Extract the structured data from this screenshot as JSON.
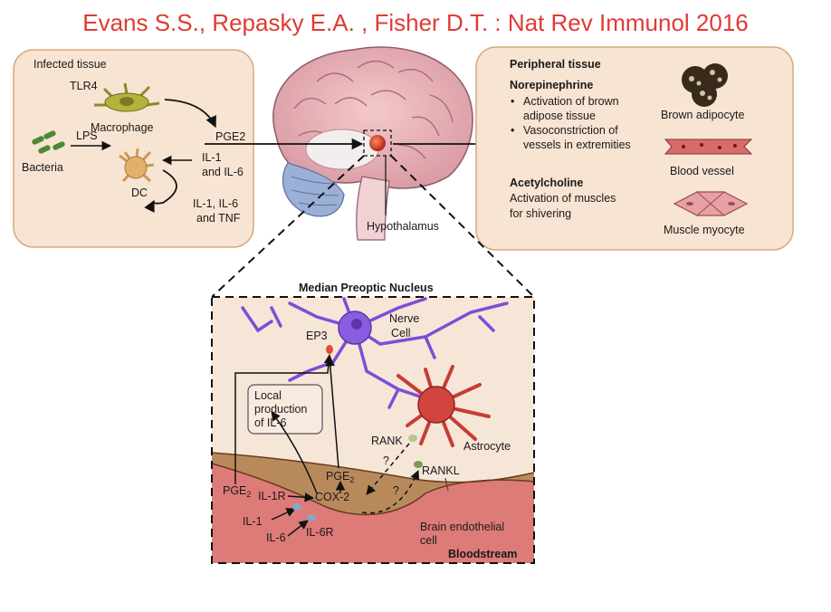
{
  "title": "Evans S.S., Repasky E.A. , Fisher D.T. : Nat Rev Immunol 2016",
  "colors": {
    "title": "#e03a33",
    "panel_fill": "#f7e4d2",
    "panel_stroke": "#d9a97d",
    "nerve": "#7b4fd6",
    "astrocyte": "#c83c36",
    "tissue": "#b88a5b",
    "blood": "#dd7b78"
  },
  "infected_tissue": {
    "heading": "Infected tissue",
    "tlr4": "TLR4",
    "macrophage": "Macrophage",
    "lps": "LPS",
    "bacteria": "Bacteria",
    "dc": "DC",
    "pge2": "PGE2",
    "il1_il6_line1": "IL-1",
    "il1_il6_line2": "and IL-6",
    "cytokines_line1": "IL-1, IL-6",
    "cytokines_line2": "and TNF"
  },
  "brain": {
    "hypothalamus": "Hypothalamus"
  },
  "peripheral": {
    "heading": "Peripheral tissue",
    "norepinephrine": "Norepinephrine",
    "ne_bullets": [
      [
        "Activation of brown",
        "adipose tissue"
      ],
      [
        "Vasoconstriction of",
        "vessels in extremities"
      ]
    ],
    "acetylcholine": "Acetylcholine",
    "ach_line1": "Activation of muscles",
    "ach_line2": "for shivering",
    "brown_adipocyte": "Brown adipocyte",
    "blood_vessel": "Blood vessel",
    "muscle_myocyte": "Muscle myocyte"
  },
  "inset": {
    "heading": "Median Preoptic Nucleus",
    "ep3": "EP3",
    "nerve_line1": "Nerve",
    "nerve_line2": "Cell",
    "local_line1": "Local",
    "local_line2": "production",
    "local_line3": "of IL-6",
    "rank": "RANK",
    "rankl": "RANKL",
    "astrocyte": "Astrocyte",
    "question1": "?",
    "question2": "?",
    "pge2_main": "PGE",
    "pge2_sub": "2",
    "pge2_left_main": "PGE",
    "pge2_left_sub": "2",
    "il1r": "IL-1R",
    "cox2": "COX-2",
    "il1": "IL-1",
    "il6": "IL-6",
    "il6r": "IL-6R",
    "endothelial_line1": "Brain endothelial",
    "endothelial_line2": "cell",
    "bloodstream": "Bloodstream"
  }
}
